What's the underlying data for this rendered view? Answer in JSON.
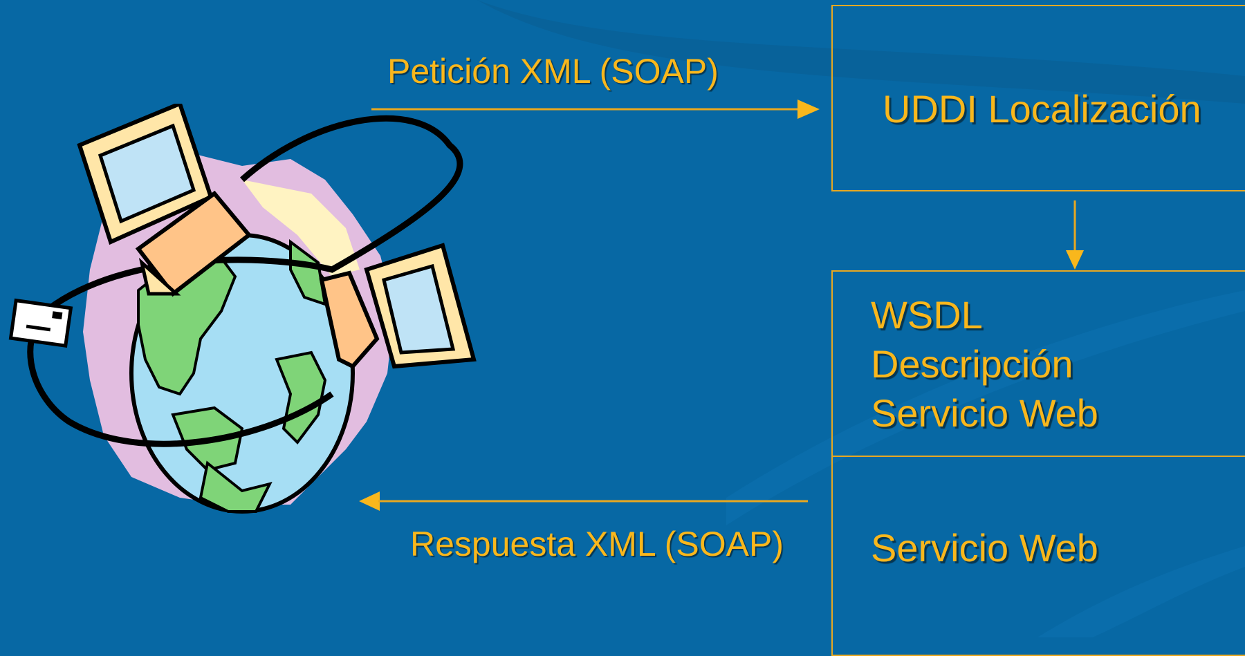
{
  "colors": {
    "background": "#0768a4",
    "accent": "#f9b71c",
    "line": "#e8a820"
  },
  "request_label": "Petición XML (SOAP)",
  "response_label": "Respuesta XML (SOAP)",
  "boxes": {
    "uddi": "UDDI Localización",
    "wsdl_line1": "WSDL",
    "wsdl_line2": "Descripción",
    "wsdl_line3": "Servicio Web",
    "service": "Servicio Web"
  },
  "clipart": {
    "icon": "globe-network-computers-icon"
  }
}
